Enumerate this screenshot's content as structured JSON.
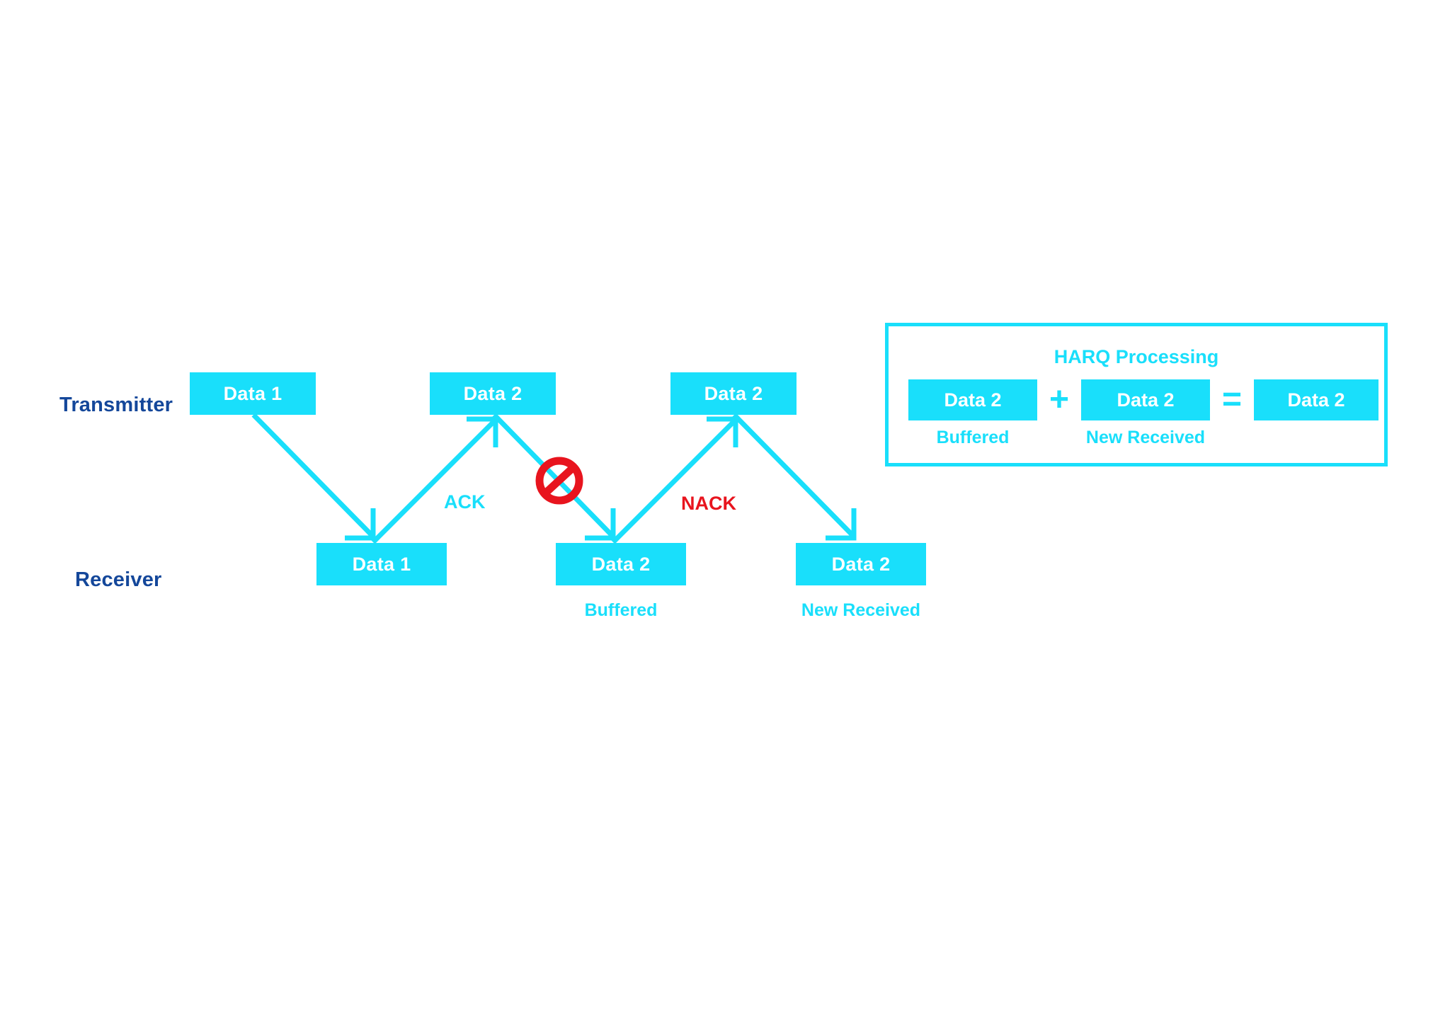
{
  "colors": {
    "cyan": "#19dffb",
    "navy": "#14479a",
    "red": "#e8141e",
    "white": "#ffffff",
    "background": "#ffffff"
  },
  "rows": {
    "transmitter_label": "Transmitter",
    "receiver_label": "Receiver"
  },
  "transmitter_boxes": [
    {
      "label": "Data 1"
    },
    {
      "label": "Data 2"
    },
    {
      "label": "Data 2"
    }
  ],
  "receiver_boxes": [
    {
      "label": "Data 1",
      "caption": ""
    },
    {
      "label": "Data 2",
      "caption": "Buffered"
    },
    {
      "label": "Data 2",
      "caption": "New Received"
    }
  ],
  "links": [
    {
      "name": "tx1-to-rx1",
      "label": "",
      "color": "#19dffb",
      "direction": "down"
    },
    {
      "name": "rx1-ack-to-tx2",
      "label": "ACK",
      "color": "#19dffb",
      "direction": "up"
    },
    {
      "name": "tx2-to-rx2-failed",
      "label": "",
      "color": "#19dffb",
      "direction": "down",
      "blocked": true
    },
    {
      "name": "rx2-nack-to-tx3",
      "label": "NACK",
      "color": "#e8141e",
      "direction": "up"
    },
    {
      "name": "tx3-to-rx3",
      "label": "",
      "color": "#19dffb",
      "direction": "down"
    }
  ],
  "icons": {
    "no_entry": "no-entry-icon"
  },
  "harq": {
    "title": "HARQ Processing",
    "boxes": [
      {
        "label": "Data 2",
        "caption": "Buffered"
      },
      {
        "label": "Data 2",
        "caption": "New Received"
      },
      {
        "label": "Data 2",
        "caption": ""
      }
    ],
    "operators": {
      "plus": "+",
      "equal": "="
    }
  }
}
